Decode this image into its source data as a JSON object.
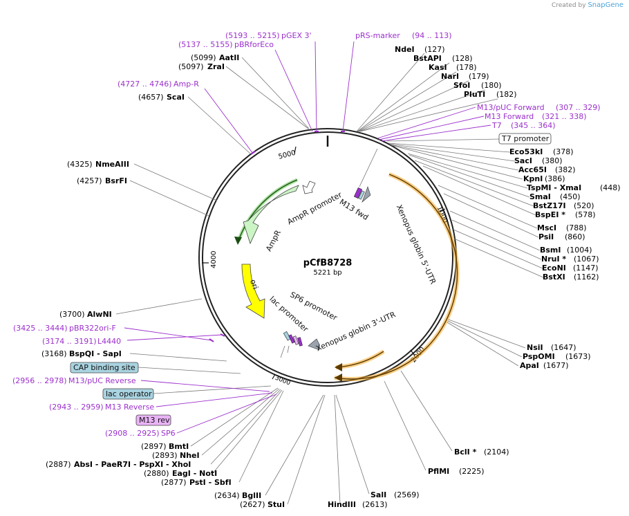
{
  "credit": {
    "prefix": "Created by",
    "brand": "SnapGene"
  },
  "plasmid": {
    "name": "pCfB8728",
    "size": "5221 bp"
  },
  "ticks": [
    "1000",
    "2000",
    "4000",
    "5000"
  ],
  "inner_ticks": [
    "3000"
  ],
  "features": [
    {
      "label": "Xenopus globin 5'-UTR"
    },
    {
      "label": "Xenopus globin 3'-UTR"
    },
    {
      "label": "AmpR promoter"
    },
    {
      "label": "AmpR"
    },
    {
      "label": "ori"
    },
    {
      "label": "lac promoter"
    },
    {
      "label": "SP6 promoter"
    },
    {
      "label": "M13 fwd"
    }
  ],
  "sites_right": [
    {
      "pos": "(127)",
      "name": "NdeI"
    },
    {
      "pos": "(128)",
      "name": "BstAPI"
    },
    {
      "pos": "(178)",
      "name": "KasI"
    },
    {
      "pos": "(179)",
      "name": "NarI"
    },
    {
      "pos": "(180)",
      "name": "SfoI"
    },
    {
      "pos": "(182)",
      "name": "PluTI"
    },
    {
      "pos": "(378)",
      "name": "Eco53kI"
    },
    {
      "pos": "(380)",
      "name": "SacI"
    },
    {
      "pos": "(382)",
      "name": "Acc65I"
    },
    {
      "pos": "(386)",
      "name": "KpnI"
    },
    {
      "pos": "(448)",
      "name": "TspMI - XmaI"
    },
    {
      "pos": "(450)",
      "name": "SmaI"
    },
    {
      "pos": "(520)",
      "name": "BstZ17I"
    },
    {
      "pos": "(578)",
      "name": "BspEI *"
    },
    {
      "pos": "(788)",
      "name": "MscI"
    },
    {
      "pos": "(860)",
      "name": "PsiI"
    },
    {
      "pos": "(1004)",
      "name": "BsmI"
    },
    {
      "pos": "(1067)",
      "name": "NruI *"
    },
    {
      "pos": "(1147)",
      "name": "EcoNI"
    },
    {
      "pos": "(1162)",
      "name": "BstXI"
    },
    {
      "pos": "(1647)",
      "name": "NsiI"
    },
    {
      "pos": "(1673)",
      "name": "PspOMI"
    },
    {
      "pos": "(1677)",
      "name": "ApaI"
    },
    {
      "pos": "(2104)",
      "name": "BclI *"
    },
    {
      "pos": "(2225)",
      "name": "PflMI"
    },
    {
      "pos": "(2569)",
      "name": "SalI"
    },
    {
      "pos": "(2613)",
      "name": "HindIII"
    }
  ],
  "sites_left": [
    {
      "pos": "(5099)",
      "name": "AatII"
    },
    {
      "pos": "(5097)",
      "name": "ZraI"
    },
    {
      "pos": "(4657)",
      "name": "ScaI"
    },
    {
      "pos": "(4325)",
      "name": "NmeAIII"
    },
    {
      "pos": "(4257)",
      "name": "BsrFI"
    },
    {
      "pos": "(3700)",
      "name": "AlwNI"
    },
    {
      "pos": "(3168)",
      "name": "BspQI - SapI"
    },
    {
      "pos": "(2897)",
      "name": "BmtI"
    },
    {
      "pos": "(2893)",
      "name": "NheI"
    },
    {
      "pos": "(2887)",
      "name": "AbsI - PaeR7I - PspXI - XhoI"
    },
    {
      "pos": "(2880)",
      "name": "EagI - NotI"
    },
    {
      "pos": "(2877)",
      "name": "PstI - SbfI"
    },
    {
      "pos": "(2634)",
      "name": "BglII"
    },
    {
      "pos": "(2627)",
      "name": "StuI"
    }
  ],
  "primers": [
    {
      "range": "(5193 .. 5215)",
      "name": "pGEX 3'"
    },
    {
      "range": "(5137 .. 5155)",
      "name": "pBRforEco"
    },
    {
      "range": "(94 .. 113)",
      "name": "pRS-marker"
    },
    {
      "range": "(4727 .. 4746)",
      "name": "Amp-R"
    },
    {
      "range": "(307 .. 329)",
      "name": "M13/pUC Forward"
    },
    {
      "range": "(321 .. 338)",
      "name": "M13 Forward"
    },
    {
      "range": "(345 .. 364)",
      "name": "T7"
    },
    {
      "range": "(3425 .. 3444)",
      "name": "pBR322ori-F"
    },
    {
      "range": "(3174 .. 3191)",
      "name": "L4440"
    },
    {
      "range": "(2956 .. 2978)",
      "name": "M13/pUC Reverse"
    },
    {
      "range": "(2943 .. 2959)",
      "name": "M13 Reverse"
    },
    {
      "range": "(2908 .. 2925)",
      "name": "SP6"
    }
  ],
  "boxed": [
    {
      "label": "T7 promoter"
    },
    {
      "label": "CAP binding site"
    },
    {
      "label": "lac operator"
    },
    {
      "label": "M13 rev"
    }
  ],
  "colors": {
    "primer": "#9b2fcc",
    "orf": "#f5a623",
    "ampr": "#ccf5c6",
    "ori": "#ffff00",
    "promoter": "#ffffff",
    "feature_box": "#a9d3e0",
    "primer_box": "#e9b3f5"
  }
}
